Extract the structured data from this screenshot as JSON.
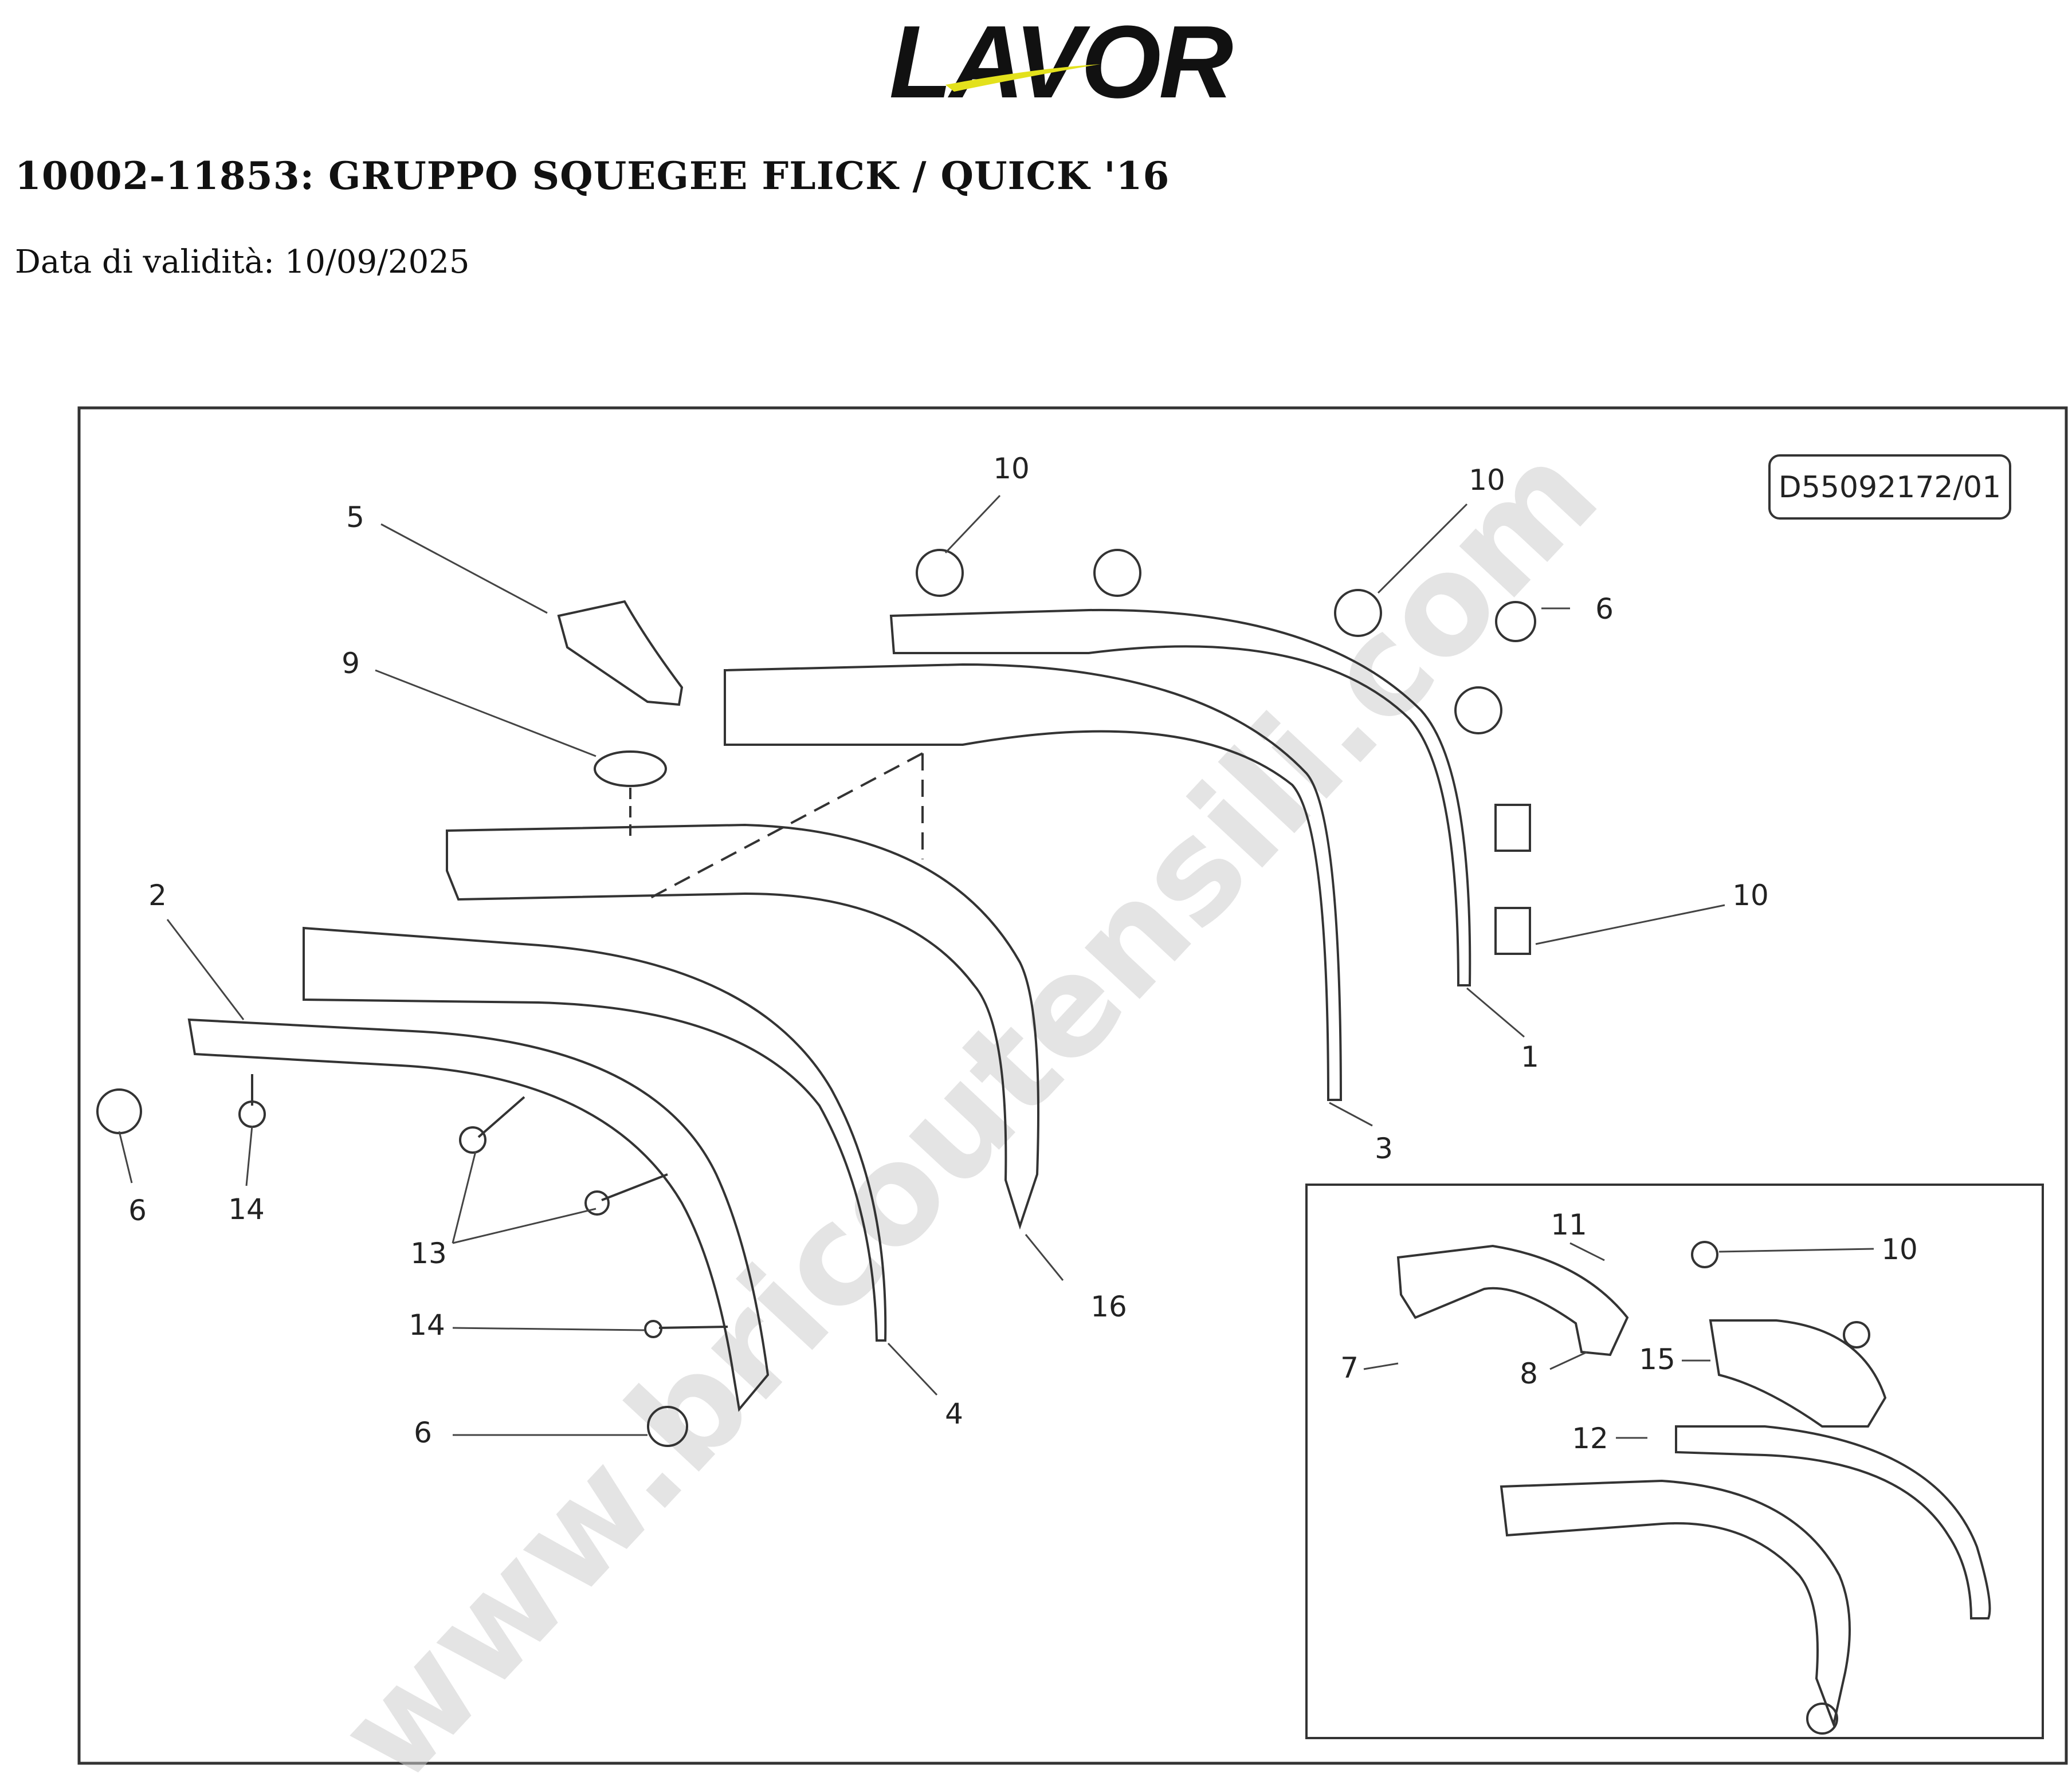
{
  "logo": {
    "text": "LAVOR",
    "color": "#111111",
    "accent": "#e3e11c"
  },
  "title": "10002-11853: GRUPPO SQUEGEE FLICK / QUICK '16",
  "validity": "Data di validità: 10/09/2025",
  "diagram": {
    "drawing_code": "D55092172/01",
    "watermark": "www.bricoutensili.com",
    "callouts": [
      "10",
      "10",
      "5",
      "6",
      "9",
      "10",
      "2",
      "1",
      "3",
      "6",
      "14",
      "13",
      "16",
      "14",
      "4",
      "6",
      "11",
      "10",
      "7",
      "8",
      "15",
      "12"
    ]
  }
}
